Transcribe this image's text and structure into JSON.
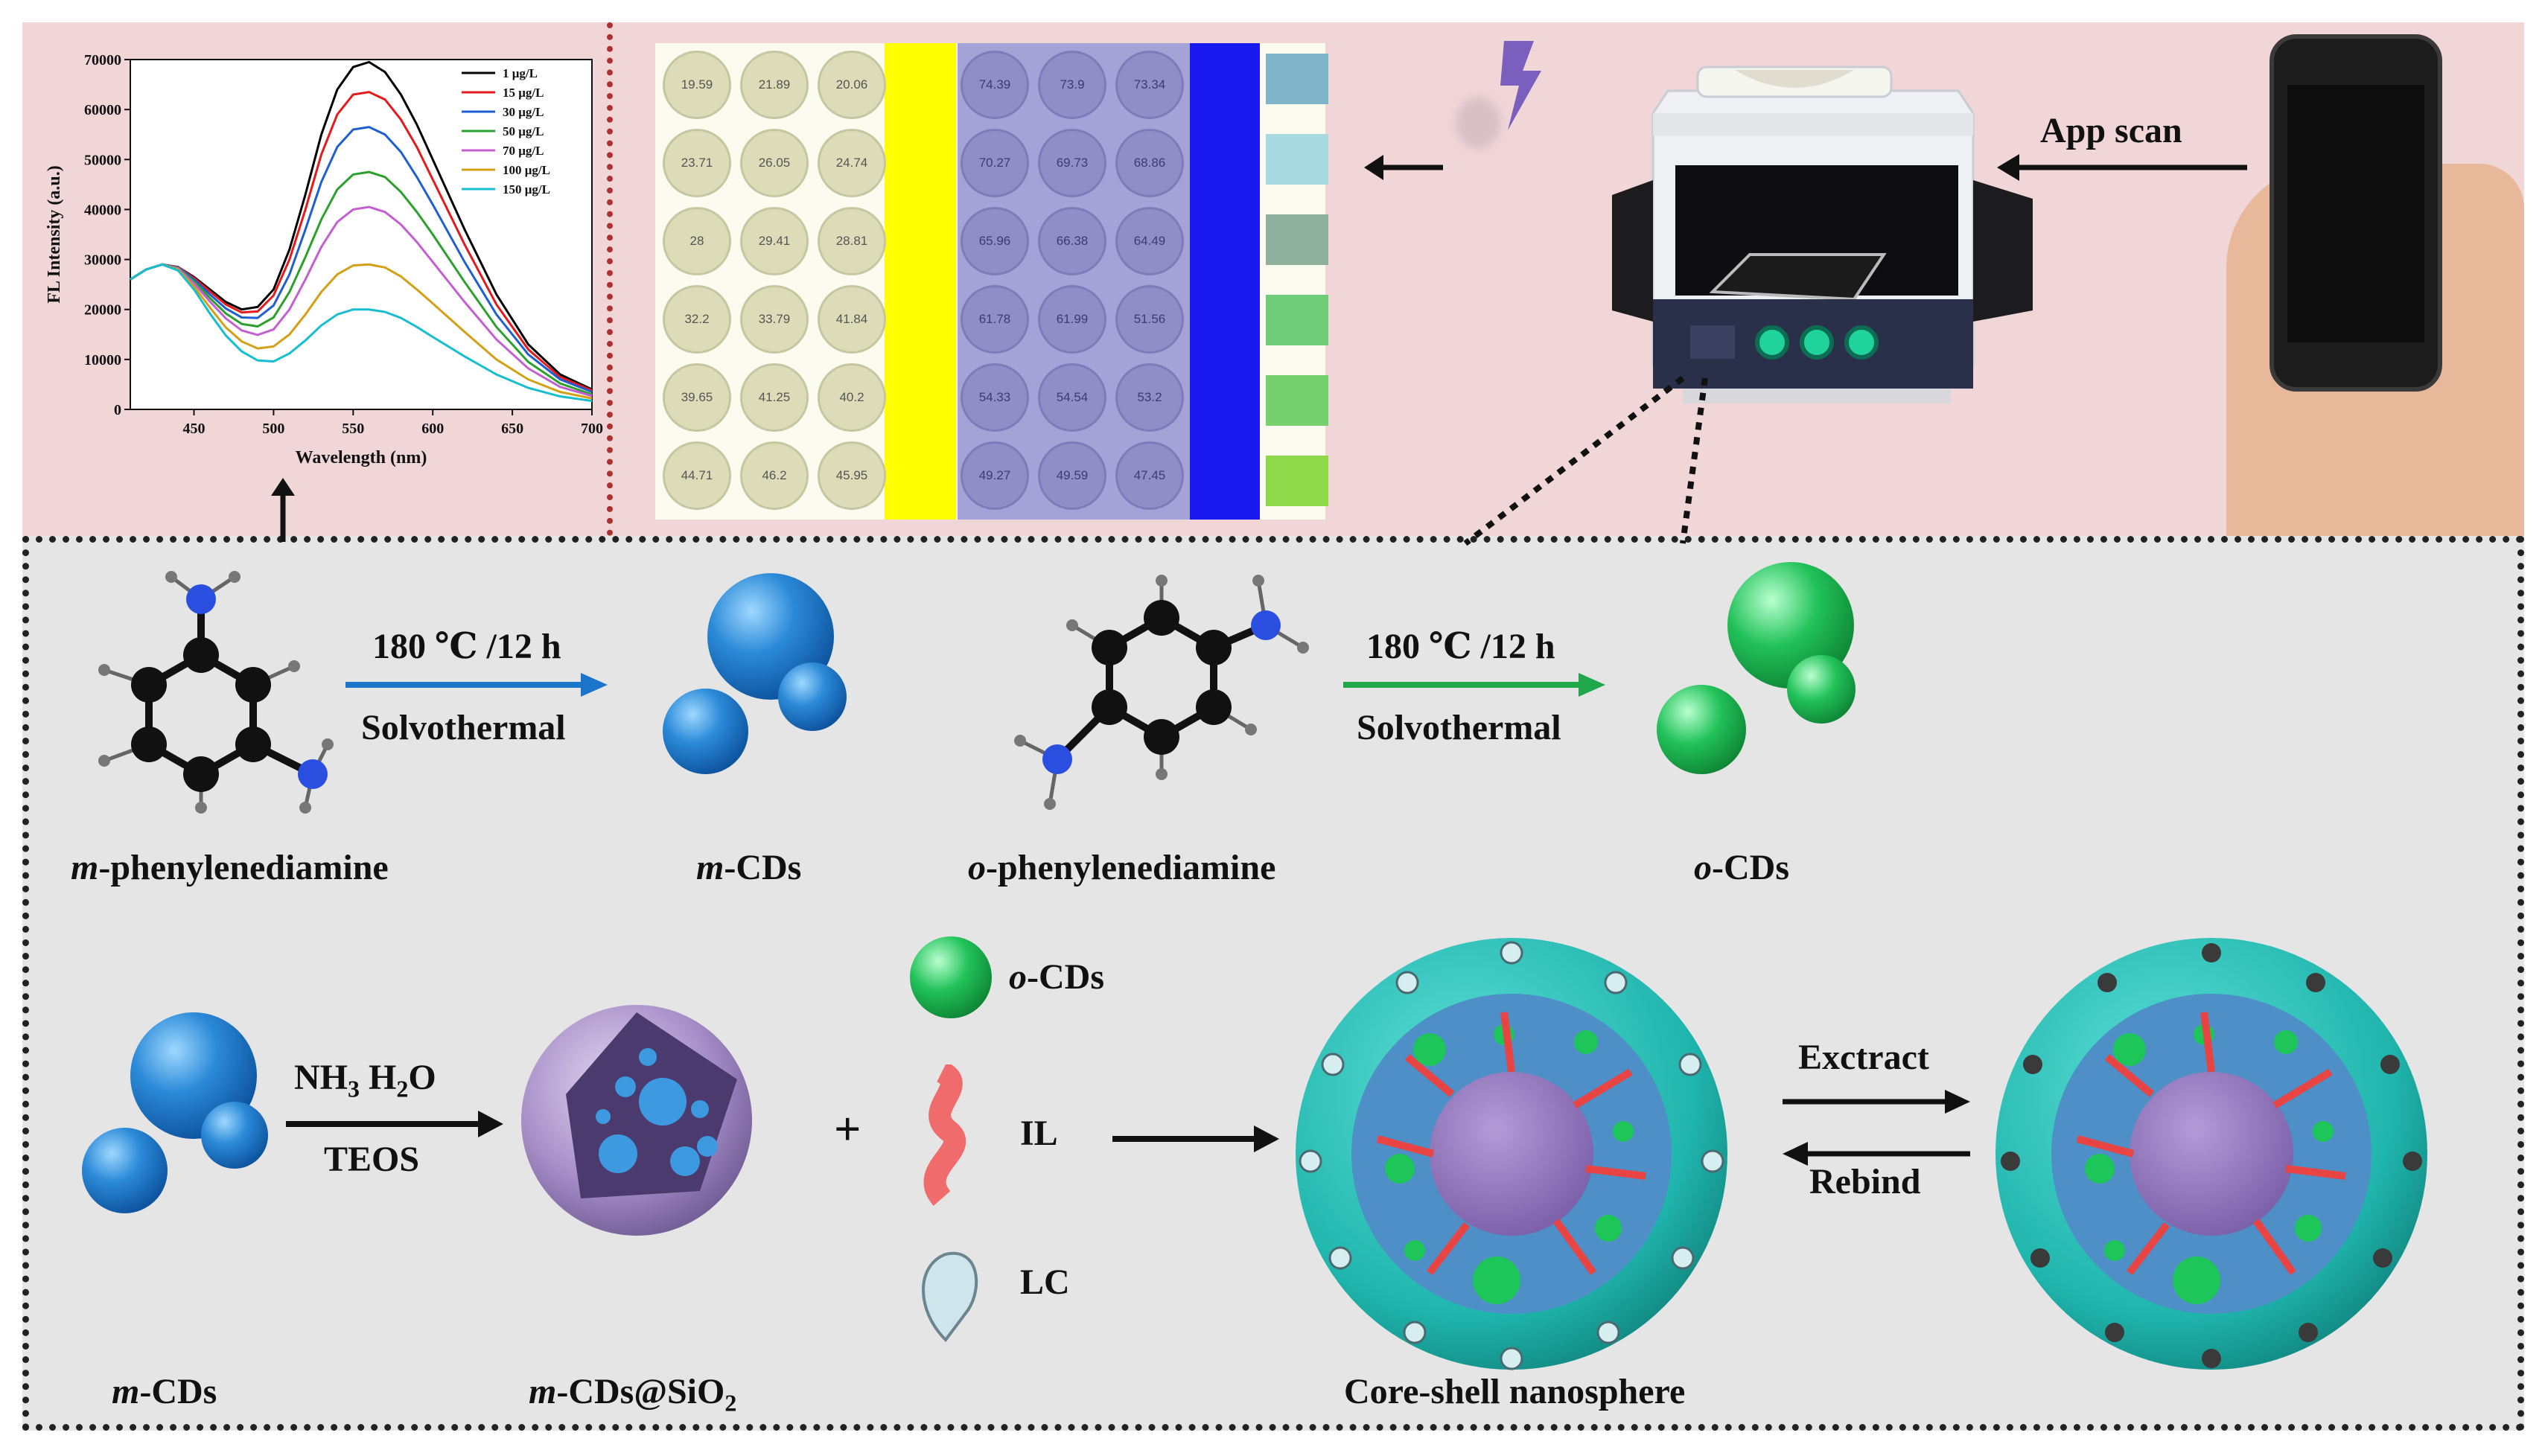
{
  "chart": {
    "ylabel": "FL Intensity (a.u.)",
    "xlabel": "Wavelength (nm)",
    "x_ticks": [
      "450",
      "500",
      "550",
      "600",
      "650",
      "700"
    ],
    "y_ticks": [
      "0",
      "10000",
      "20000",
      "30000",
      "40000",
      "50000",
      "60000",
      "70000"
    ],
    "legend_unit": "μg/L"
  },
  "chart_data": {
    "type": "line",
    "title": "",
    "xlabel": "Wavelength (nm)",
    "ylabel": "FL Intensity (a.u.)",
    "xlim": [
      410,
      700
    ],
    "ylim": [
      0,
      70000
    ],
    "grid": false,
    "legend": "top-right",
    "x": [
      410,
      420,
      430,
      440,
      450,
      460,
      470,
      480,
      490,
      500,
      510,
      520,
      530,
      540,
      550,
      560,
      570,
      580,
      590,
      600,
      620,
      640,
      660,
      680,
      700
    ],
    "series": [
      {
        "name": "1 μg/L",
        "color": "#000000",
        "values": [
          26000,
          28000,
          29000,
          28500,
          26500,
          24000,
          21500,
          20000,
          20500,
          24000,
          32000,
          43000,
          55000,
          64000,
          68500,
          69500,
          67500,
          63000,
          57000,
          50000,
          36000,
          23000,
          13000,
          7000,
          4000
        ]
      },
      {
        "name": "15 μg/L",
        "color": "#e41a1c",
        "values": [
          26000,
          28000,
          29000,
          28500,
          26300,
          23600,
          21000,
          19400,
          19600,
          22800,
          30000,
          40000,
          51000,
          59000,
          63000,
          63500,
          62000,
          58000,
          52500,
          46000,
          33000,
          21000,
          12000,
          6500,
          3800
        ]
      },
      {
        "name": "30 μg/L",
        "color": "#1f5fd0",
        "values": [
          26000,
          28000,
          29000,
          28400,
          26000,
          23000,
          20200,
          18400,
          18300,
          20800,
          27000,
          36000,
          45500,
          52500,
          56000,
          56500,
          55000,
          51500,
          46500,
          41000,
          29500,
          19000,
          11000,
          6000,
          3500
        ]
      },
      {
        "name": "50 μg/L",
        "color": "#2ca02c",
        "values": [
          26000,
          28000,
          29000,
          28300,
          25600,
          22300,
          19200,
          17100,
          16600,
          18400,
          23500,
          30500,
          38000,
          44000,
          47000,
          47500,
          46500,
          43500,
          39500,
          35000,
          25500,
          16500,
          9500,
          5200,
          3000
        ]
      },
      {
        "name": "70 μg/L",
        "color": "#c45fd1",
        "values": [
          26000,
          28000,
          29000,
          28200,
          25200,
          21600,
          18200,
          15800,
          14900,
          16000,
          20000,
          26000,
          32500,
          37500,
          40000,
          40500,
          39500,
          37000,
          33500,
          29500,
          21500,
          14000,
          8200,
          4500,
          2700
        ]
      },
      {
        "name": "100 μg/L",
        "color": "#d4a017",
        "values": [
          26000,
          28000,
          29000,
          28000,
          24600,
          20400,
          16400,
          13600,
          12200,
          12600,
          15000,
          19000,
          23500,
          27000,
          28800,
          29000,
          28400,
          26600,
          24000,
          21200,
          15500,
          10000,
          6000,
          3500,
          2200
        ]
      },
      {
        "name": "150 μg/L",
        "color": "#17becf",
        "values": [
          26000,
          28000,
          29000,
          27800,
          24000,
          19200,
          14800,
          11600,
          9800,
          9600,
          11200,
          13800,
          16800,
          19000,
          20000,
          20000,
          19500,
          18300,
          16500,
          14500,
          10600,
          7000,
          4300,
          2600,
          1700
        ]
      }
    ]
  },
  "plate": {
    "left_values": [
      [
        "19.59",
        "21.89",
        "20.06"
      ],
      [
        "23.71",
        "26.05",
        "24.74"
      ],
      [
        "28",
        "29.41",
        "28.81"
      ],
      [
        "32.2",
        "33.79",
        "41.84"
      ],
      [
        "39.65",
        "41.25",
        "40.2"
      ],
      [
        "44.71",
        "46.2",
        "45.95"
      ]
    ],
    "right_values": [
      [
        "74.39",
        "73.9",
        "73.34"
      ],
      [
        "70.27",
        "69.73",
        "68.86"
      ],
      [
        "65.96",
        "66.38",
        "64.49"
      ],
      [
        "61.78",
        "61.99",
        "51.56"
      ],
      [
        "54.33",
        "54.54",
        "53.2"
      ],
      [
        "49.27",
        "49.59",
        "47.45"
      ]
    ],
    "swatch_colors": [
      "#7fb4c9",
      "#a8d8e0",
      "#8fb09c",
      "#6fcc7a",
      "#76d06e",
      "#8fd84a"
    ]
  },
  "labels": {
    "app_scan": "App scan",
    "step1_temp": "180 ℃ /12 h",
    "step1_method": "Solvothermal",
    "step2_temp": "180 ℃ /12 h",
    "step2_method": "Solvothermal",
    "m_prefix": "m",
    "o_prefix": "o",
    "phenylenediamine": "-phenylenediamine",
    "cds": "-CDs",
    "cds_sio2": "-CDs@SiO",
    "sub2": "2",
    "nh3": "NH",
    "nh3_sub": "3",
    "h2o": " H",
    "h2o_sub": "2",
    "h2o_end": "O",
    "teos": "TEOS",
    "plus": "+",
    "il": "IL",
    "lc": "LC",
    "core_shell": "Core-shell nanosphere",
    "extract": "Exctract",
    "rebind": "Rebind"
  },
  "colors": {
    "top_bg": "#f1d6d8",
    "bottom_bg": "#e5e5e5",
    "m_arrow": "#1b75c9",
    "o_arrow": "#1ea84a",
    "teal_shell": "#1fb5ad",
    "purple_core": "#8b6bb5"
  }
}
